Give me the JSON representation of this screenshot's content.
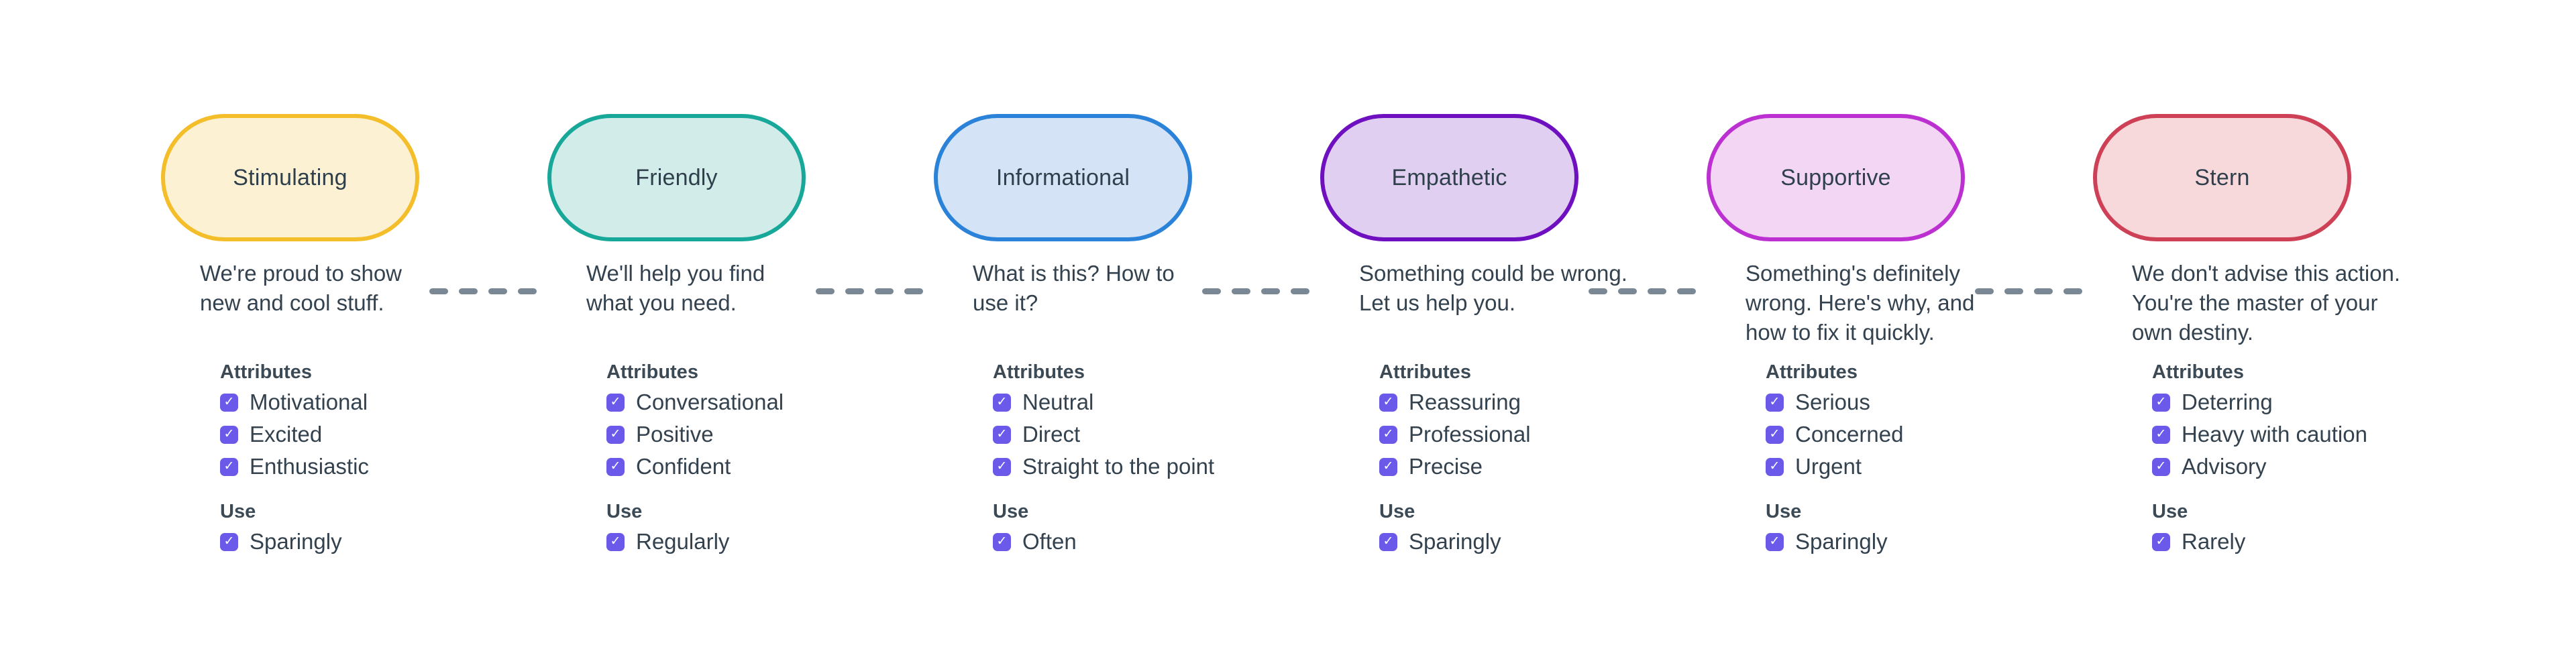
{
  "theme": {
    "background": "#FFFFFF",
    "text_color": "#33424E",
    "checkbox_color": "#6B5AEA",
    "connector_color": "#7A8794",
    "check_glyph": "✓"
  },
  "labels": {
    "attributes": "Attributes",
    "use": "Use"
  },
  "tones": [
    {
      "name": "Stimulating",
      "description": "We're proud to show\nnew and cool stuff.",
      "pill_border": "#F4BE2B",
      "pill_bg": "#FCF2D3",
      "attributes": [
        "Motivational",
        "Excited",
        "Enthusiastic"
      ],
      "use": "Sparingly"
    },
    {
      "name": "Friendly",
      "description": "We'll help you find\nwhat you need.",
      "pill_border": "#18A89A",
      "pill_bg": "#D2ECEA",
      "attributes": [
        "Conversational",
        "Positive",
        "Confident"
      ],
      "use": "Regularly"
    },
    {
      "name": "Informational",
      "description": "What is this? How to\nuse it?",
      "pill_border": "#2B82D9",
      "pill_bg": "#D4E4F6",
      "attributes": [
        "Neutral",
        "Direct",
        "Straight to the point"
      ],
      "use": "Often"
    },
    {
      "name": "Empathetic",
      "description": "Something could be wrong.\nLet us help you.",
      "pill_border": "#6E0FC0",
      "pill_bg": "#E0CFF0",
      "attributes": [
        "Reassuring",
        "Professional",
        "Precise"
      ],
      "use": "Sparingly"
    },
    {
      "name": "Supportive",
      "description": "Something's definitely\nwrong. Here's why, and\nhow to fix it quickly.",
      "pill_border": "#BC2FD1",
      "pill_bg": "#F2D6F4",
      "attributes": [
        "Serious",
        "Concerned",
        "Urgent"
      ],
      "use": "Sparingly"
    },
    {
      "name": "Stern",
      "description": "We don't advise this action.\nYou're the master of your\nown destiny.",
      "pill_border": "#CE4056",
      "pill_bg": "#F7D9DC",
      "attributes": [
        "Deterring",
        "Heavy with caution",
        "Advisory"
      ],
      "use": "Rarely"
    }
  ]
}
